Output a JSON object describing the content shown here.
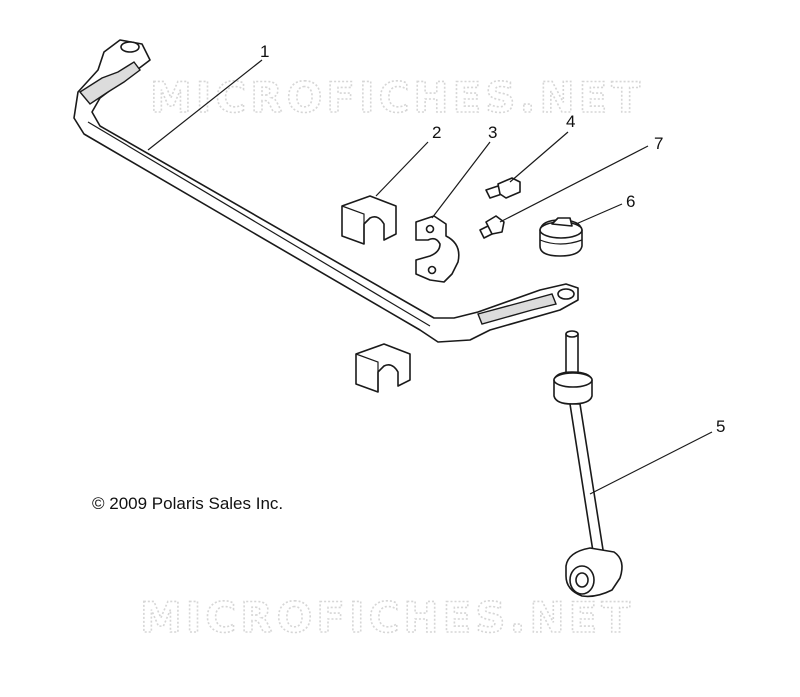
{
  "watermarks": {
    "top": "MICROFICHES.NET",
    "bottom": "MICROFICHES.NET"
  },
  "copyright": "© 2009 Polaris Sales Inc.",
  "callouts": [
    "1",
    "2",
    "3",
    "4",
    "5",
    "6",
    "7"
  ]
}
